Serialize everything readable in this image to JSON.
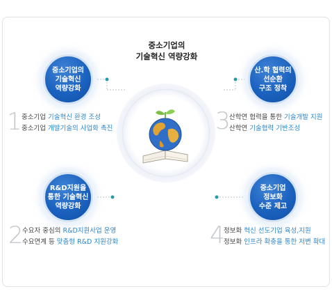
{
  "center": {
    "title_line1": "중소기업의",
    "title_line2": "기술혁신 역량강화"
  },
  "hub_icon": "globe-with-book-and-sprout-icon",
  "colors": {
    "badge_blue": "#1b62bf",
    "highlight_text": "#2d86c9",
    "number_gray": "#c5c8cd",
    "connector_teal": "#2a9aa8"
  },
  "items": [
    {
      "number": "1",
      "badge": [
        "중소기업의",
        "기술혁신",
        "역량강화"
      ],
      "lines": [
        {
          "prefix": "중소기업 ",
          "highlight": "기술혁신 환경 조성",
          "suffix": ""
        },
        {
          "prefix": "중소기업 ",
          "highlight": "개발기술의 사업화 촉진",
          "suffix": ""
        }
      ]
    },
    {
      "number": "3",
      "badge": [
        "산.학 협력의",
        "선순환",
        "구조 정착"
      ],
      "lines": [
        {
          "prefix": "산학연 협력을 통한 ",
          "highlight": "기술개발 지원",
          "suffix": ""
        },
        {
          "prefix": "산학연 ",
          "highlight": "기술협력 기반조성",
          "suffix": ""
        }
      ]
    },
    {
      "number": "2",
      "badge": [
        "R&D지원을",
        "통한 기술혁신",
        "역량강화"
      ],
      "lines": [
        {
          "prefix": "수요자 중심의 ",
          "highlight": "R&D지원사업 운영",
          "suffix": ""
        },
        {
          "prefix": "수요연계 등 ",
          "highlight": "맞춤형 R&D 지원강화",
          "suffix": ""
        }
      ]
    },
    {
      "number": "4",
      "badge": [
        "중소기업",
        "정보화",
        "수준 제고"
      ],
      "lines": [
        {
          "prefix": "정보화 ",
          "highlight": "혁신 선도기업 육성,지원",
          "suffix": ""
        },
        {
          "prefix": "정보화 ",
          "highlight": "인프라 확충을 통한 저변 확대",
          "suffix": ""
        }
      ]
    }
  ]
}
